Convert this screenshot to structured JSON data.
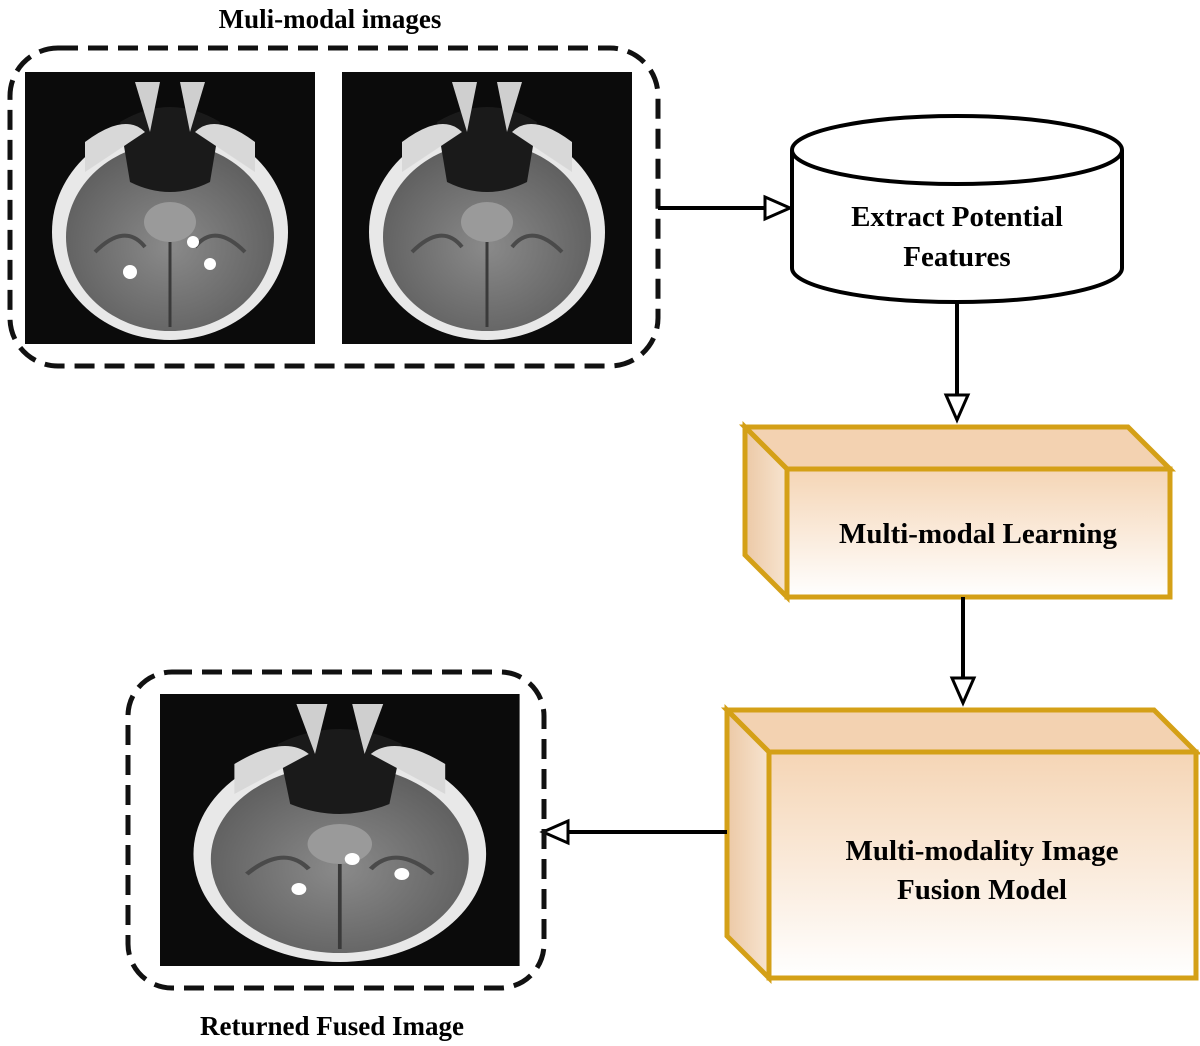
{
  "inputs": {
    "caption": "Muli-modal images",
    "images": [
      {
        "name": "ct-brain-scan"
      },
      {
        "name": "mri-brain-scan"
      }
    ]
  },
  "nodes": {
    "extract": {
      "line1": "Extract Potential",
      "line2": "Features"
    },
    "learning": {
      "label": "Multi-modal Learning"
    },
    "fusion": {
      "line1": "Multi-modality Image",
      "line2": "Fusion Model"
    }
  },
  "output": {
    "caption": "Returned Fused Image"
  },
  "colors": {
    "box_border": "#d4a017",
    "box_fill_top": "#f5d5b5",
    "box_fill_bottom": "#ffffff",
    "scan_background": "#0b0b0b"
  },
  "edges": [
    {
      "from": "inputs",
      "to": "extract"
    },
    {
      "from": "extract",
      "to": "learning"
    },
    {
      "from": "learning",
      "to": "fusion"
    },
    {
      "from": "fusion",
      "to": "output"
    }
  ]
}
